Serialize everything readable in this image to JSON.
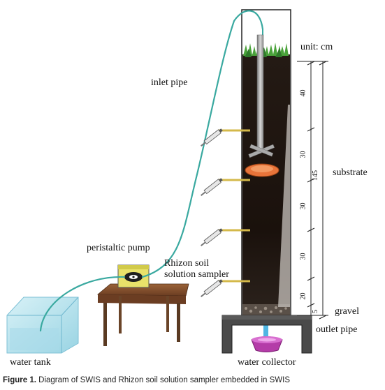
{
  "labels": {
    "unit": "unit: cm",
    "inlet_pipe": "inlet pipe",
    "substrate": "substrate",
    "peristaltic_pump": "peristaltic pump",
    "rhizon_line1": "Rhizon soil",
    "rhizon_line2": "solution sampler",
    "gravel": "gravel",
    "outlet_pipe": "outlet pipe",
    "water_tank": "water tank",
    "water_collector": "water collector"
  },
  "dimensions": {
    "d40": "40",
    "d30a": "30",
    "d30b": "30",
    "d30c": "30",
    "d20": "20",
    "d5": "5",
    "total": "145"
  },
  "caption": {
    "figure": "Figure 1.",
    "text": "Diagram of SWIS and Rhizon soil solution sampler embedded in SWIS"
  },
  "colors": {
    "soil": "#1c120d",
    "pipe": "#3aa9a0",
    "water": "#b7e3ef",
    "table": "#7a4a2a",
    "pump": "#e9e26a",
    "dish": "#e8743a",
    "collector": "#b43ca8",
    "grass": "#4aa23a"
  }
}
